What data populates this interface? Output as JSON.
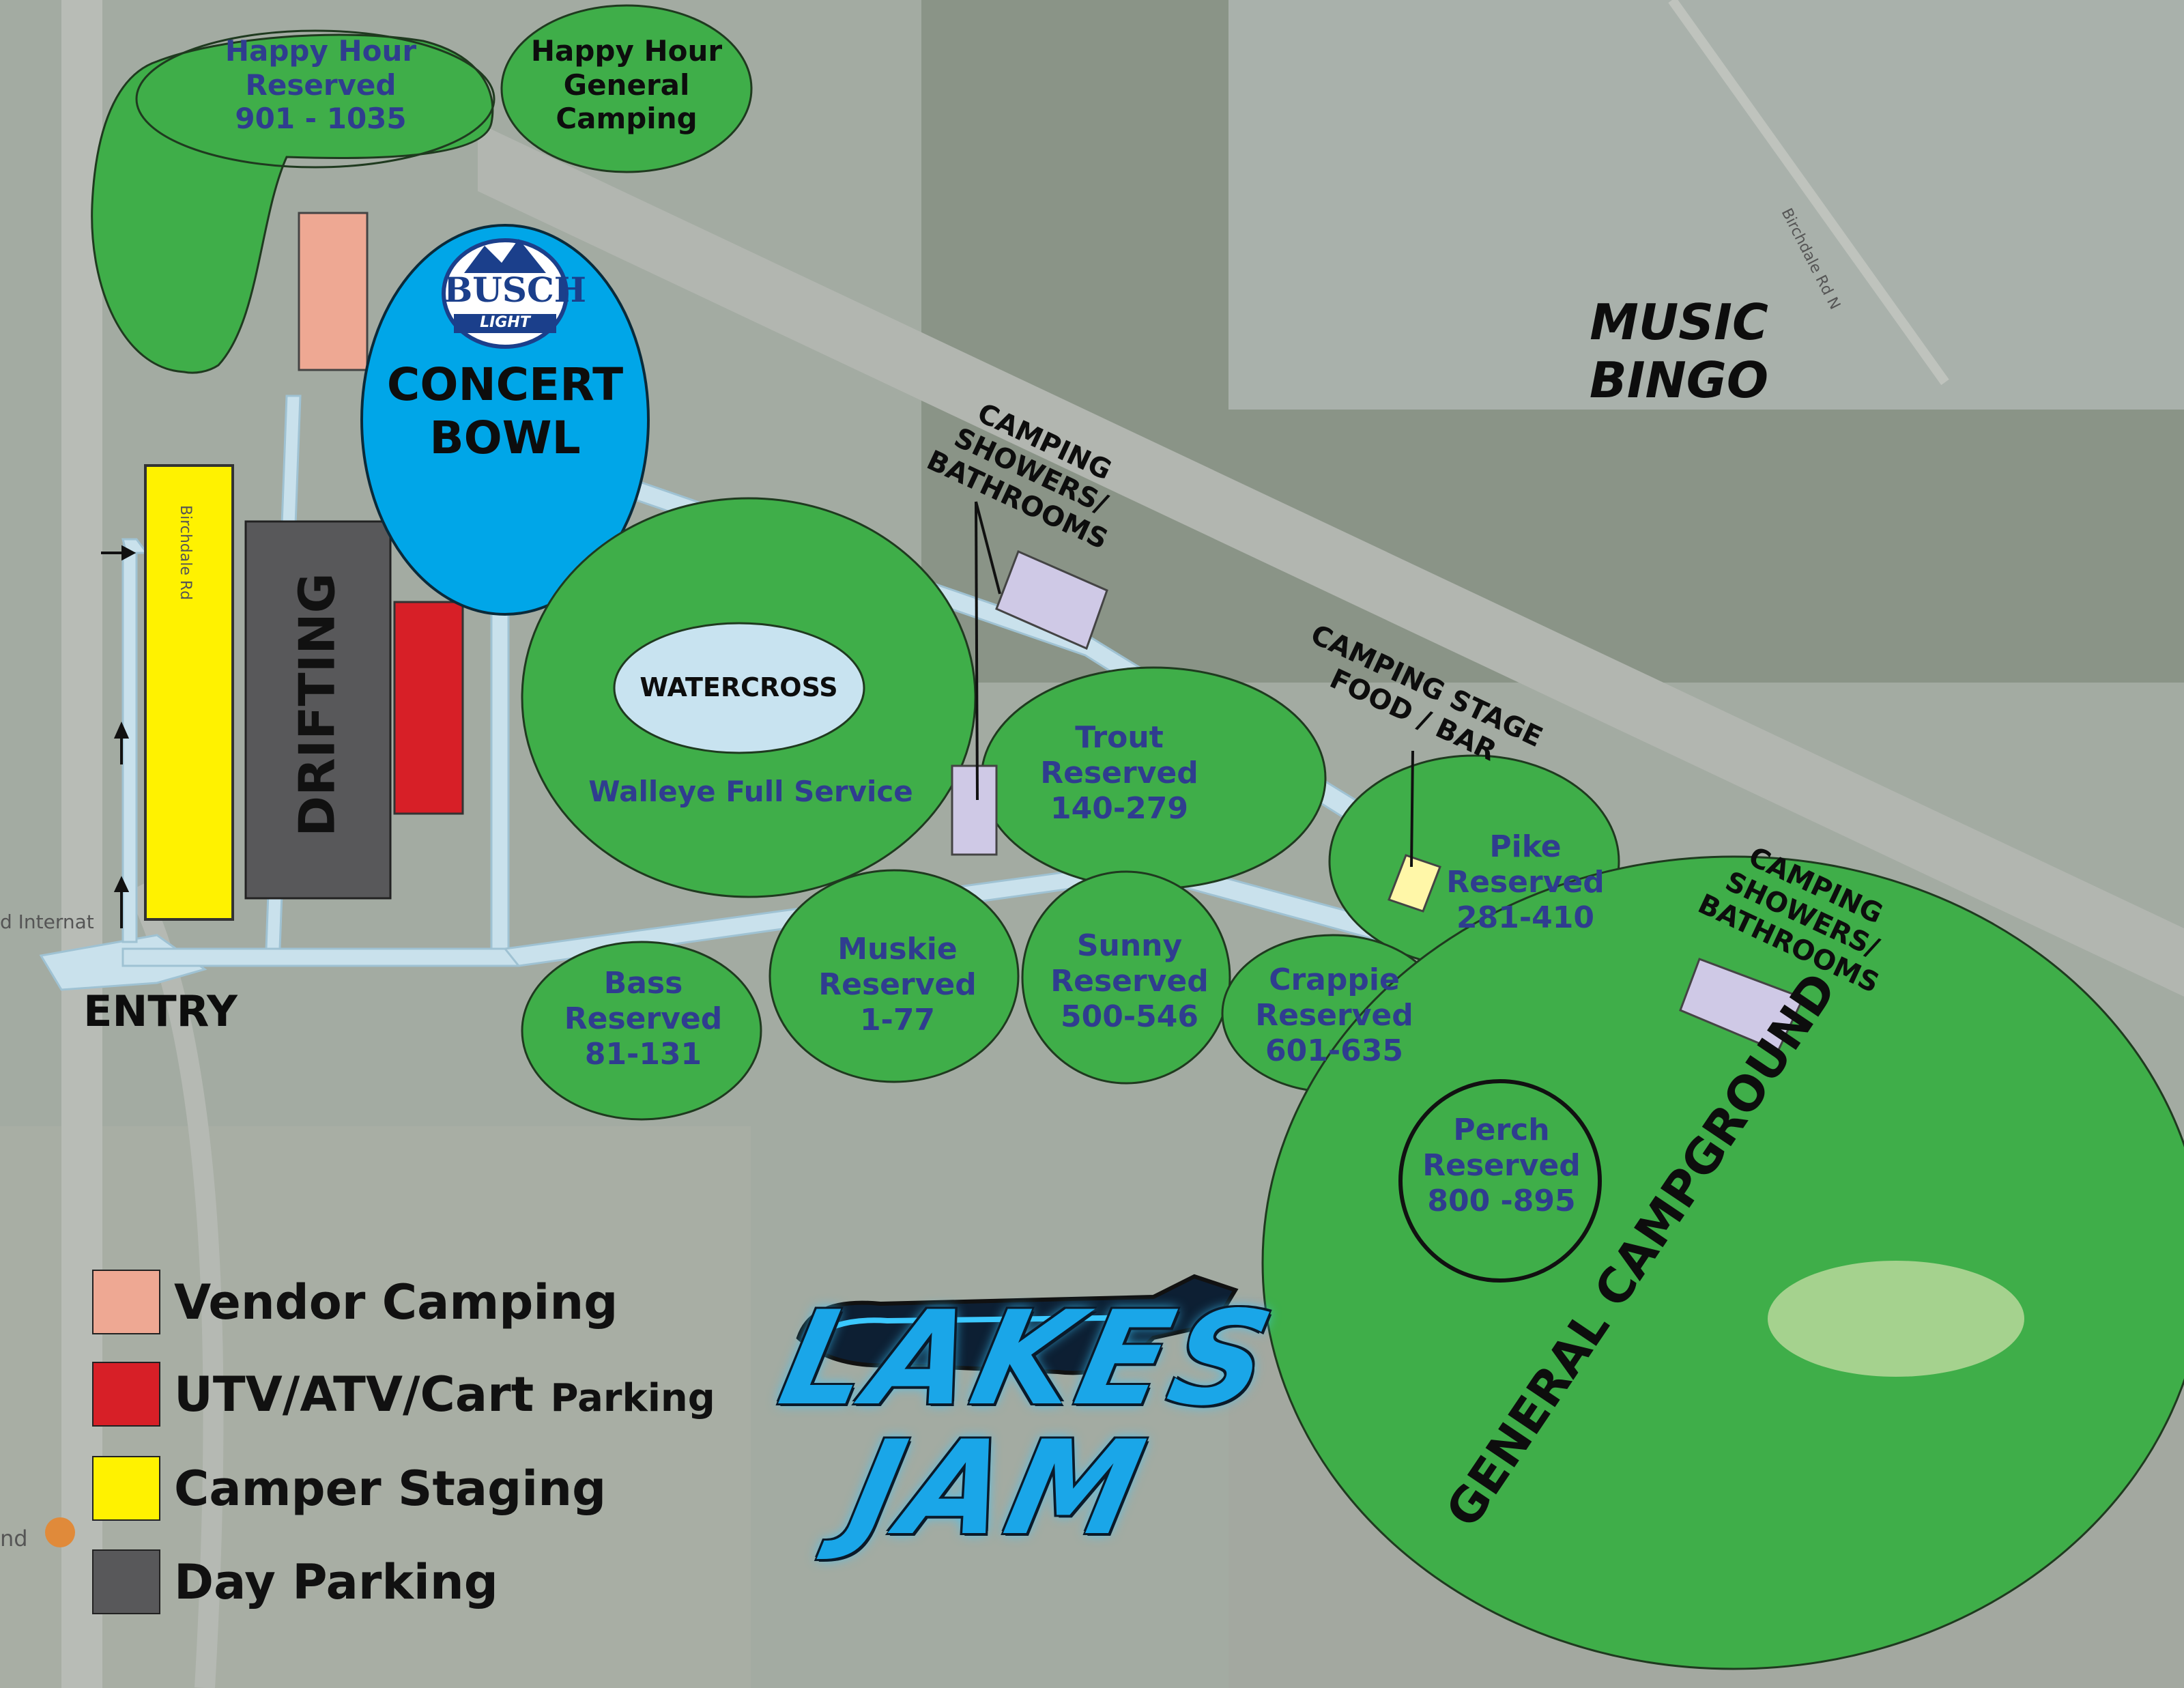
{
  "map": {
    "zones": {
      "happy_hour_reserved": "Happy Hour\nReserved\n901 - 1035",
      "happy_hour_general": "Happy Hour\nGeneral\nCamping",
      "concert_bowl": "CONCERT\nBOWL",
      "busch_logo": "BUSCH",
      "busch_light": "LIGHT",
      "drifting": "DRIFTING",
      "watercross": "WATERCROSS",
      "walleye": "Walleye Full Service",
      "trout": "Trout\nReserved\n140-279",
      "pike": "Pike\nReserved\n281-410",
      "bass": "Bass\nReserved\n81-131",
      "muskie": "Muskie\nReserved\n1-77",
      "sunny": "Sunny\nReserved\n500-546",
      "crappie": "Crappie\nReserved\n601-635",
      "perch": "Perch\nReserved\n800 -895",
      "general_campground": "GENERAL CAMPGROUND",
      "music_bingo": "MUSIC\nBINGO",
      "entry": "ENTRY",
      "showers_1": "CAMPING\nSHOWERS/\nBATHROOMS",
      "showers_2": "CAMPING\nSHOWERS/\nBATHROOMS",
      "camping_stage": "CAMPING STAGE\nFOOD / BAR"
    },
    "background_labels": {
      "road_1": "Birchdale Rd N",
      "road_2": "Birchdale Rd",
      "intl": "d Internat",
      "nd": "nd"
    },
    "legend": [
      {
        "label": "Vendor Camping",
        "color": "#eea893"
      },
      {
        "label": "UTV/ATV/Cart",
        "label_small": "Parking",
        "color": "#d71f27"
      },
      {
        "label": "Camper Staging",
        "color": "#fff200"
      },
      {
        "label": "Day Parking",
        "color": "#58585a"
      }
    ],
    "logo": {
      "line1": "LAKES",
      "line2": "JAM"
    },
    "colors": {
      "campsite_green": "#3fae49",
      "concert_blue": "#00a6e8",
      "path_blue": "#c9e1ec",
      "facility_lavender": "#cfc9e6",
      "stage_yellow": "#fff7a8"
    }
  }
}
